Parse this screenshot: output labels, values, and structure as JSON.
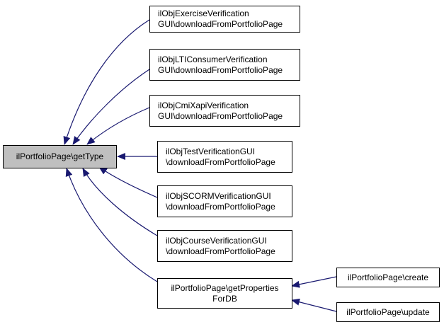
{
  "nodes": {
    "root": {
      "label": "ilPortfolioPage\\getType"
    },
    "exercise": {
      "line1": "ilObjExerciseVerification",
      "line2": "GUI\\downloadFromPortfolioPage"
    },
    "lti": {
      "line1": "ilObjLTIConsumerVerification",
      "line2": "GUI\\downloadFromPortfolioPage"
    },
    "cmixapi": {
      "line1": "ilObjCmiXapiVerification",
      "line2": "GUI\\downloadFromPortfolioPage"
    },
    "test": {
      "line1": "ilObjTestVerificationGUI",
      "line2": "\\downloadFromPortfolioPage"
    },
    "scorm": {
      "line1": "ilObjSCORMVerificationGUI",
      "line2": "\\downloadFromPortfolioPage"
    },
    "course": {
      "line1": "ilObjCourseVerificationGUI",
      "line2": "\\downloadFromPortfolioPage"
    },
    "getprops": {
      "line1": "ilPortfolioPage\\getProperties",
      "line2": "ForDB"
    },
    "create": {
      "label": "ilPortfolioPage\\create"
    },
    "update": {
      "label": "ilPortfolioPage\\update"
    }
  },
  "colors": {
    "edge": "#191970",
    "root_fill": "#bfbfbf",
    "node_border": "#000000"
  }
}
